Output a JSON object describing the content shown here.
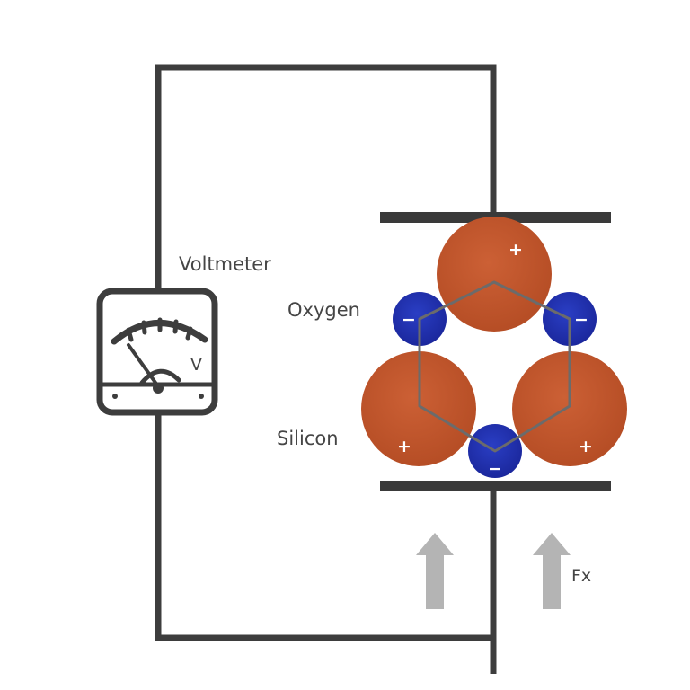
{
  "labels": {
    "voltmeter": "Voltmeter",
    "oxygen": "Oxygen",
    "silicon": "Silicon",
    "meter_unit": "V",
    "force": "Fx"
  },
  "charges": {
    "positive": "+",
    "negative": "−"
  },
  "colors": {
    "silicon": "#c0532a",
    "oxygen": "#1f2fb0",
    "wire": "#3d3d3d",
    "plate": "#3a3a3a",
    "bond": "#6b6b6b",
    "arrow": "#b4b4b4",
    "label": "#454545"
  },
  "icons": {
    "voltmeter": "analog-voltmeter-icon",
    "force_arrow": "up-arrow-icon"
  }
}
